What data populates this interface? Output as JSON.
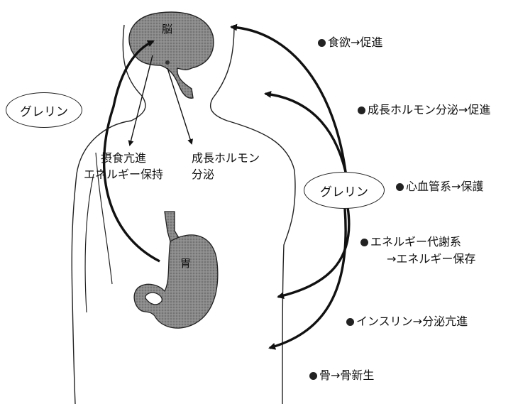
{
  "organs": {
    "brain": "脳",
    "stomach": "胃"
  },
  "ghrelin_left": "グレリン",
  "ghrelin_right": "グレリン",
  "brain_effects": {
    "feeding": [
      "摂食亢進",
      "エネルギー保持"
    ],
    "growth": [
      "成長ホルモン",
      "分泌"
    ]
  },
  "effects": [
    "食欲→促進",
    "成長ホルモン分泌→促進",
    "心血管系→保護",
    "エネルギー代謝系",
    "→エネルギー保存",
    "インスリン→分泌亢進",
    "骨→骨新生"
  ],
  "colors": {
    "ink": "#111111",
    "organ_fill": "#7a7a7a",
    "organ_stroke": "#222222"
  }
}
